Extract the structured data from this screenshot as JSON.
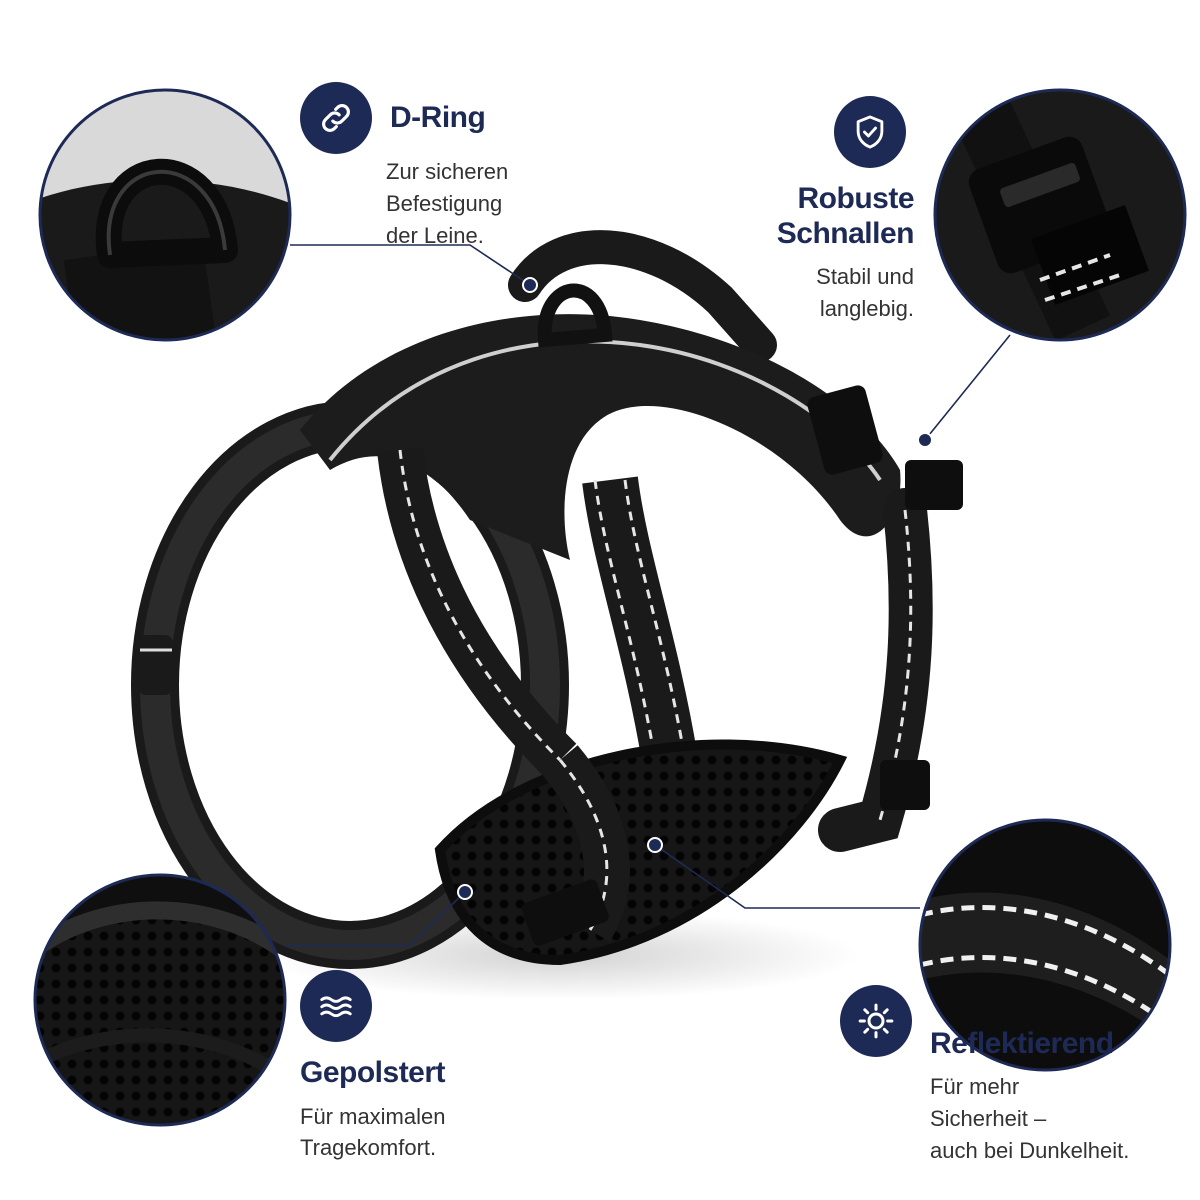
{
  "colors": {
    "brand_navy": "#1e2a56",
    "text_dark": "#333333",
    "harness_black": "#1a1a1a",
    "reflective": "#e6e6e6"
  },
  "features": {
    "dring": {
      "icon": "link-icon",
      "title": "D-Ring",
      "desc_lines": [
        "Zur sicheren",
        "Befestigung",
        "der Leine."
      ]
    },
    "schnallen": {
      "icon": "shield-check-icon",
      "title_lines": [
        "Robuste",
        "Schnallen"
      ],
      "desc_lines": [
        "Stabil und",
        "langlebig."
      ]
    },
    "gepolstert": {
      "icon": "waves-icon",
      "title": "Gepolstert",
      "desc_lines": [
        "Für maximalen",
        "Tragekomfort."
      ]
    },
    "reflektierend": {
      "icon": "sun-icon",
      "title": "Reflektierend",
      "desc_lines": [
        "Für mehr",
        "Sicherheit –",
        "auch bei Dunkelheit."
      ]
    }
  }
}
